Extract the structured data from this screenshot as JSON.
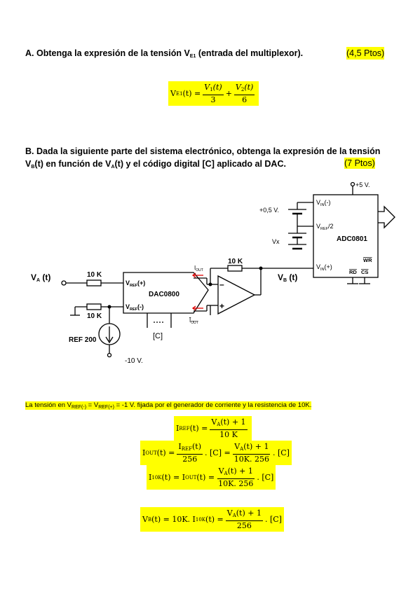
{
  "partA": {
    "heading_prefix": "A. Obtenga la expresión de la tensión V",
    "heading_sub": "E1",
    "heading_suffix": " (entrada del multiplexor).",
    "points": "(4,5 Ptos)",
    "eq": {
      "lhs": "V",
      "lhs_sub": "E1",
      "lhs_arg": "(t) =",
      "frac1_num": "V",
      "frac1_num_sub": "1",
      "frac1_num_arg": "(t)",
      "frac1_den": "3",
      "plus": "+",
      "frac2_num": "V",
      "frac2_num_sub": "2",
      "frac2_num_arg": "(t)",
      "frac2_den": "6"
    }
  },
  "partB": {
    "line1": "B.  Dada la siguiente parte del sistema electrónico, obtenga la expresión de la tensión",
    "line2_a": "V",
    "line2_a_sub": "B",
    "line2_b": "(t) en función de V",
    "line2_b_sub": "A",
    "line2_c": "(t) y el código digital [C] aplicado al DAC.",
    "points": "(7 Ptos)"
  },
  "circuit": {
    "plus5": "+5 V.",
    "vin_minus": "V",
    "vin_minus_sub": "IN",
    "vin_minus_suffix": "(-)",
    "plus05": "+0,5 V.",
    "vref2": "V",
    "vref2_sub": "REF",
    "vref2_suffix": "/2",
    "vx": "Vx",
    "adc": "ADC0801",
    "vin_plus": "V",
    "vin_plus_sub": "IN",
    "vin_plus_suffix": "(+)",
    "wr": "WR",
    "rd": "RD",
    "cs": "CS",
    "r10k_top": "10 K",
    "r10k_in": "10 K",
    "r10k_lower": "10 K",
    "va": "V",
    "va_sub": "A",
    "va_suffix": " (t)",
    "vb": "V",
    "vb_sub": "B",
    "vb_suffix": " (t)",
    "vrefp": "V",
    "vrefp_sub": "REF",
    "vrefp_suffix": "(+)",
    "vrefm": "V",
    "vrefm_sub": "REF",
    "vrefm_suffix": "(-)",
    "dac": "DAC0800",
    "iout": "I",
    "iout_sub": "OUT",
    "ioutb": "I",
    "ioutb_sub": "OUT",
    "c_code": "[C]",
    "ref200": "REF 200",
    "minus10": "-10 V.",
    "opamp_minus": "–",
    "opamp_plus": "+",
    "arrow_color": "#e00000"
  },
  "solution": {
    "note_a": "La tensión en V",
    "note_sub1": "REF(-)",
    "note_b": " = V",
    "note_sub2": "REF(+)",
    "note_c": " = -1 V.  fijada por el generador de corriente y la resistencia de 10K.",
    "eq1": {
      "lhs": "I",
      "lhs_sub": "REF",
      "lhs_arg": "(t) =",
      "num": "V",
      "num_sub": "A",
      "num_arg": "(t) + 1",
      "den": "10 K"
    },
    "eq2": {
      "lhs": "I",
      "lhs_sub": "OUT",
      "lhs_arg": "(t) =",
      "n1": "I",
      "n1_sub": "REF",
      "n1_arg": "(t)",
      "d1": "256",
      "mid": ". [C] =",
      "n2": "V",
      "n2_sub": "A",
      "n2_arg": "(t) + 1",
      "d2": "10K. 256",
      "tail": ". [C]"
    },
    "eq3": {
      "lhs": "I",
      "lhs_sub": "10K",
      "lhs_arg": "(t) =",
      "mid_i": "I",
      "mid_sub": "OUT",
      "mid_arg": "(t) =",
      "num": "V",
      "num_sub": "A",
      "num_arg": "(t) + 1",
      "den": "10K. 256",
      "tail": ". [C]"
    },
    "eq4": {
      "lhs": "V",
      "lhs_sub": "B",
      "lhs_arg": "(t) =",
      "mid": "10K. I",
      "mid_sub": "10K",
      "mid_arg": "(t) =",
      "num": "V",
      "num_sub": "A",
      "num_arg": "(t) + 1",
      "den": "256",
      "tail": ". [C]"
    }
  }
}
